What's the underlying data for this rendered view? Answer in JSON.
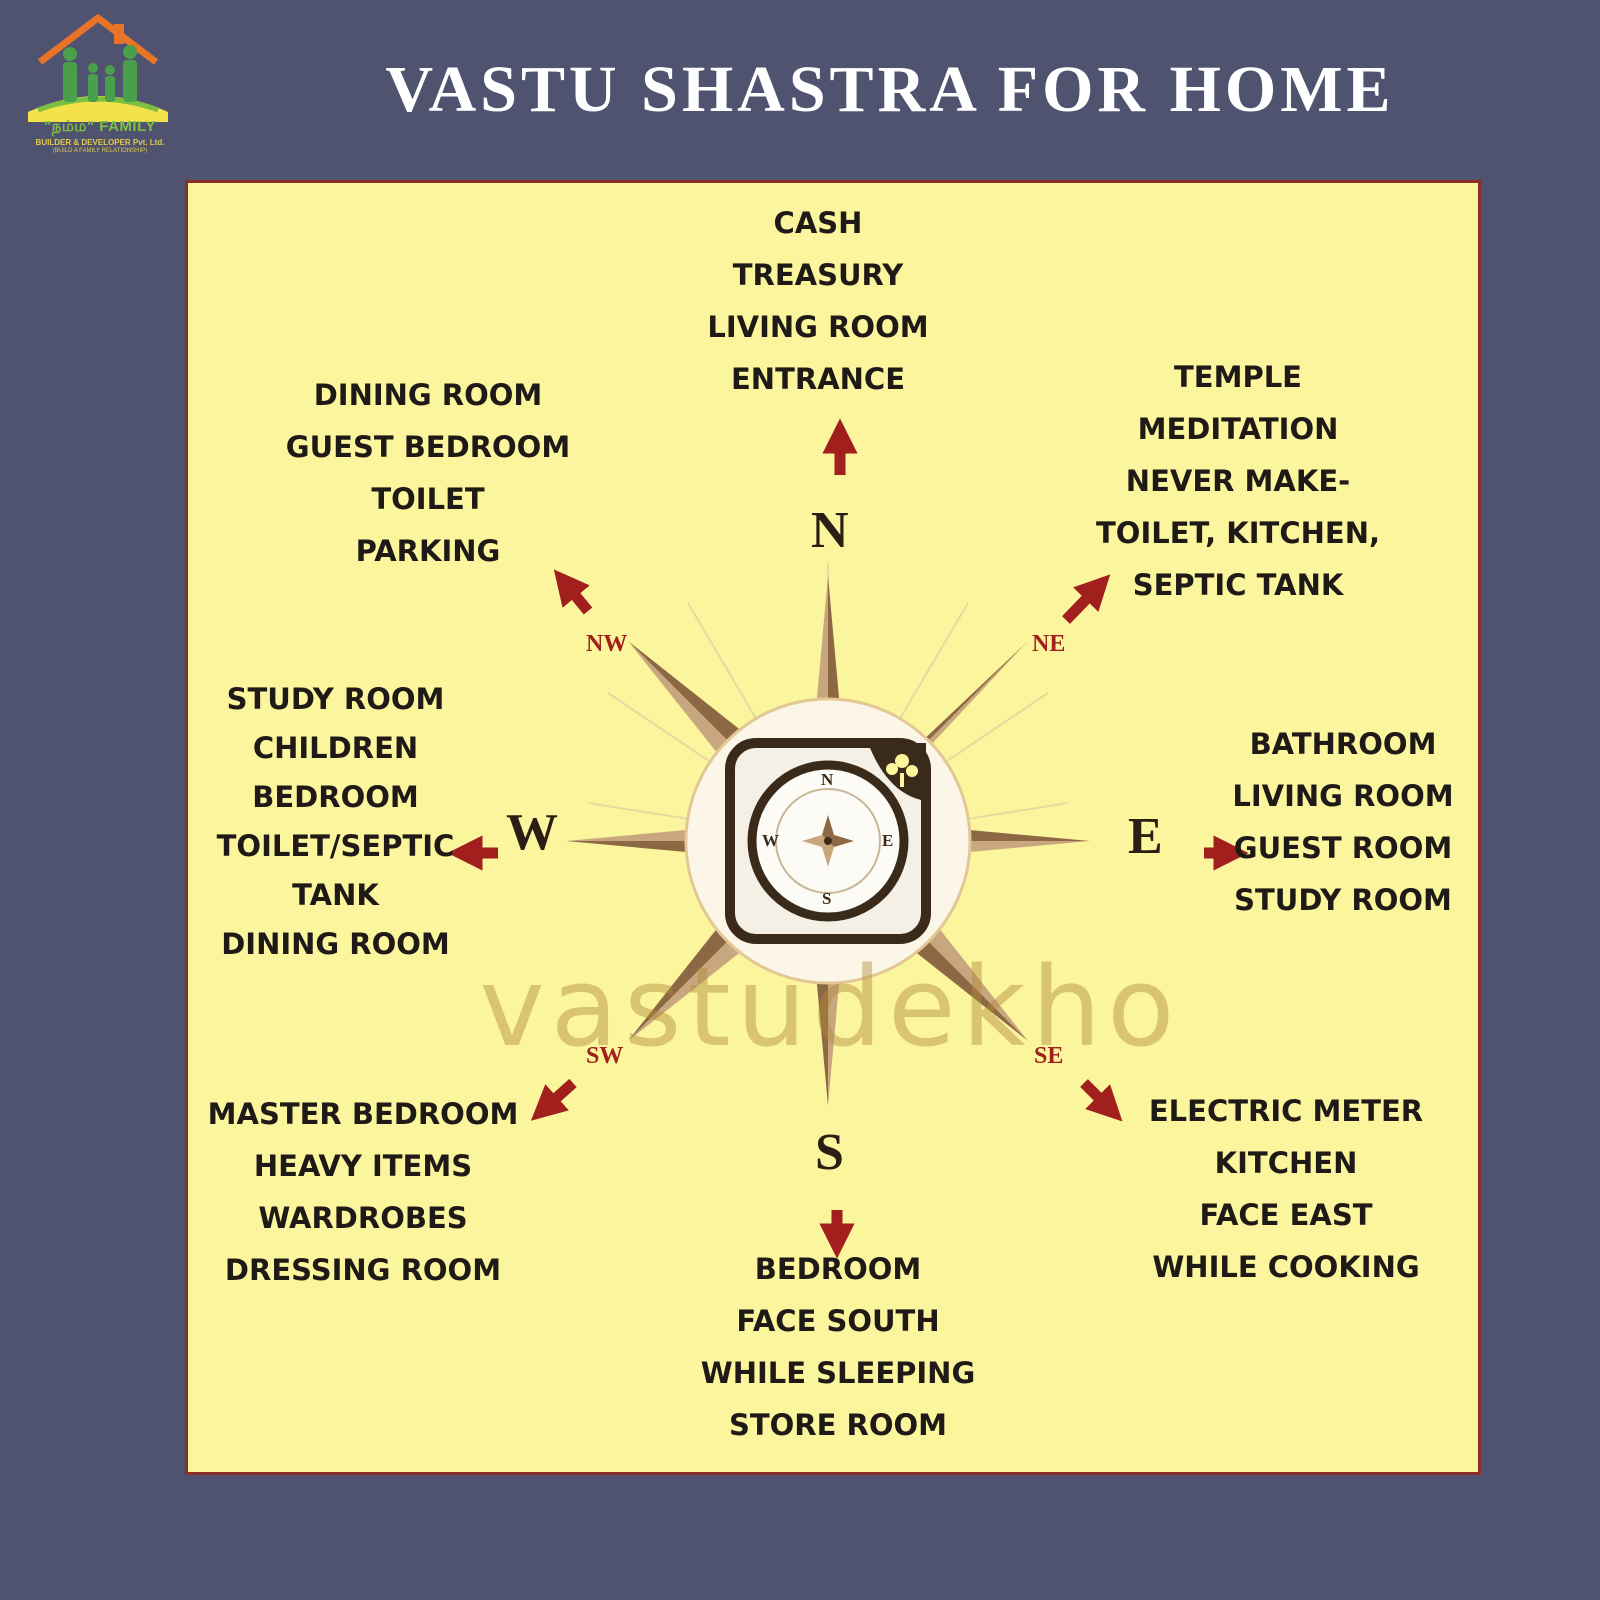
{
  "header": {
    "title": "VASTU SHASTRA FOR HOME",
    "logo_brand": "\"நம்ம\" FAMILY",
    "logo_sub": "BUILDER & DEVELOPER Pvt. Ltd.",
    "logo_tag": "(BUILD A FAMILY RELATIONSHIP)"
  },
  "compass": {
    "north": "N",
    "south": "S",
    "east": "E",
    "west": "W",
    "northeast": "NE",
    "northwest": "NW",
    "southeast": "SE",
    "southwest": "SW",
    "watermark": "vastudekho",
    "mini_n": "N",
    "mini_s": "S",
    "mini_e": "E",
    "mini_w": "W"
  },
  "directions": {
    "north": [
      "CASH",
      "TREASURY",
      "LIVING ROOM",
      "ENTRANCE"
    ],
    "northwest": [
      "DINING ROOM",
      "GUEST BEDROOM",
      "TOILET",
      "PARKING"
    ],
    "northeast": [
      "TEMPLE",
      "MEDITATION",
      "NEVER MAKE-",
      "TOILET, KITCHEN,",
      "SEPTIC TANK"
    ],
    "west": [
      "STUDY ROOM",
      "CHILDREN",
      "BEDROOM",
      "TOILET/SEPTIC",
      "TANK",
      "DINING ROOM"
    ],
    "east": [
      "BATHROOM",
      "LIVING ROOM",
      "GUEST ROOM",
      "STUDY ROOM"
    ],
    "southwest": [
      "MASTER BEDROOM",
      "HEAVY ITEMS",
      "WARDROBES",
      "DRESSING ROOM"
    ],
    "southeast": [
      "ELECTRIC METER",
      "KITCHEN",
      "FACE EAST",
      "WHILE COOKING"
    ],
    "south": [
      "BEDROOM",
      "FACE SOUTH",
      "WHILE SLEEPING",
      "STORE ROOM"
    ]
  },
  "colors": {
    "background": "#4f5370",
    "panel": "#fbf59d",
    "arrow": "#a11f1c",
    "text": "#1f1a17"
  }
}
